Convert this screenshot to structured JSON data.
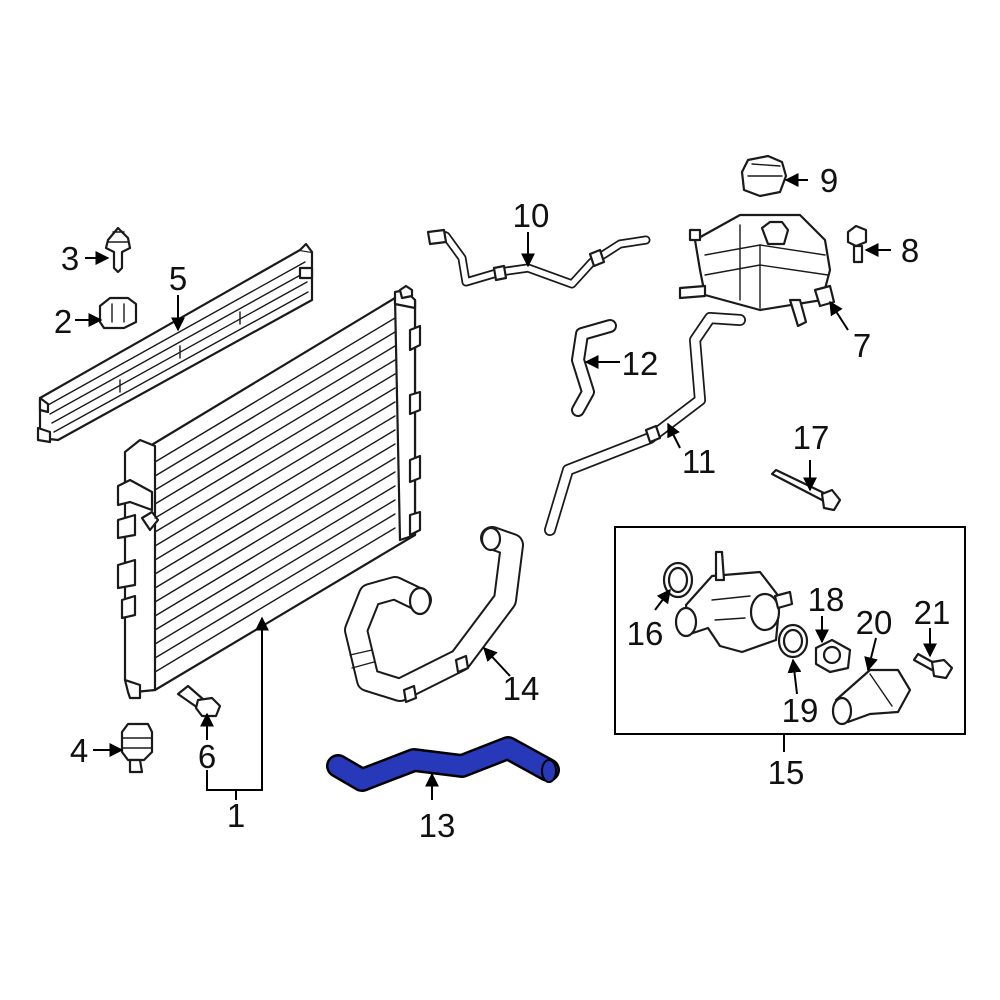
{
  "diagram": {
    "highlight_color": "#2738b8",
    "highlighted_part": "13",
    "callouts": {
      "c1": "1",
      "c2": "2",
      "c3": "3",
      "c4": "4",
      "c5": "5",
      "c6": "6",
      "c7": "7",
      "c8": "8",
      "c9": "9",
      "c10": "10",
      "c11": "11",
      "c12": "12",
      "c13": "13",
      "c14": "14",
      "c15": "15",
      "c16": "16",
      "c17": "17",
      "c18": "18",
      "c19": "19",
      "c20": "20",
      "c21": "21"
    }
  }
}
